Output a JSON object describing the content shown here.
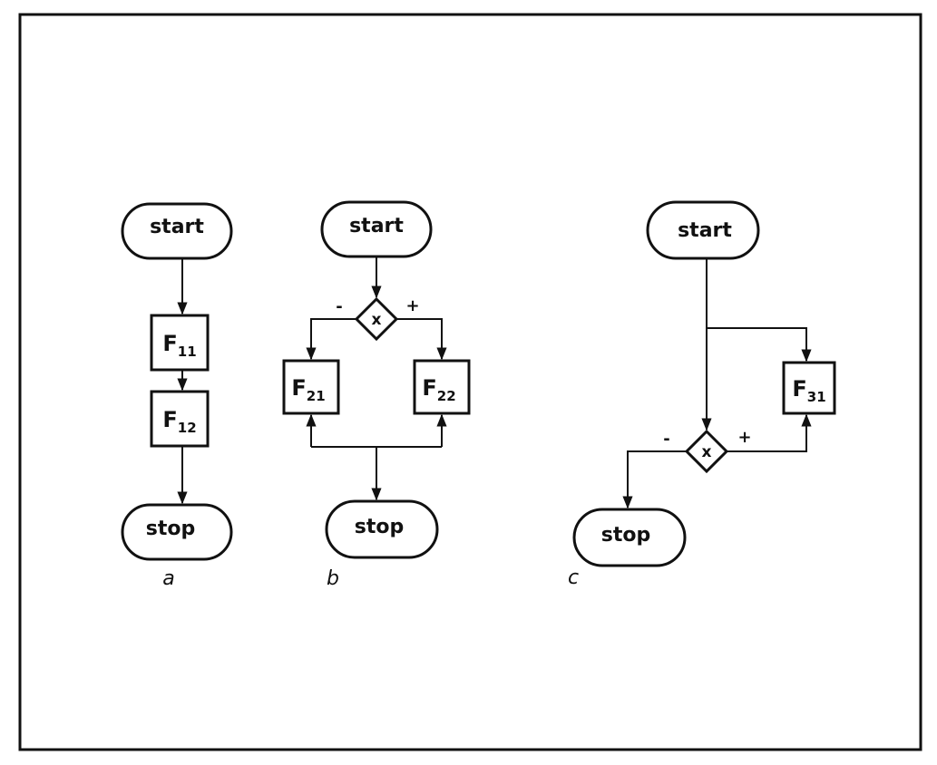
{
  "panel_a": {
    "caption": "a",
    "start": "start",
    "stop": "stop",
    "f11": {
      "main": "F",
      "sub": "11"
    },
    "f12": {
      "main": "F",
      "sub": "12"
    }
  },
  "panel_b": {
    "caption": "b",
    "start": "start",
    "stop": "stop",
    "decision": "x",
    "minus": "-",
    "plus": "+",
    "f21": {
      "main": "F",
      "sub": "21"
    },
    "f22": {
      "main": "F",
      "sub": "22"
    }
  },
  "panel_c": {
    "caption": "c",
    "start": "start",
    "stop": "stop",
    "decision": "x",
    "minus": "-",
    "plus": "+",
    "f31": {
      "main": "F",
      "sub": "31"
    }
  }
}
